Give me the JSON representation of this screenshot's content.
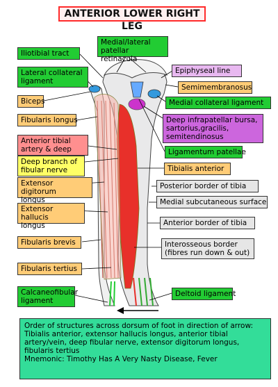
{
  "title": "ANTERIOR LOWER RIGHT LEG",
  "labels": {
    "medial_lateral_patellar": "Medial/lateral\npatellar retinacula",
    "iliotibial": "Iliotibial tract",
    "lateral_collateral": "Lateral collateral\nligament",
    "epiphyseal": "Epiphyseal line",
    "semimembranosus": "Semimembranosus",
    "biceps": "Biceps",
    "medial_collateral": "Medial collateral ligament",
    "fibularis_longus": "Fibularis longus",
    "deep_infrapatellar": "Deep infrapatellar bursa,\nsartorius,gracilis,\nsemitendinosus",
    "anterior_tibial_artery": "Anterior tibial\nartery & deep",
    "deep_fibular_nerve": "Deep branch of\nfibular nerve",
    "ligamentum_patellae": "Ligamentum patellae",
    "tibialis_anterior": "Tibialis anterior",
    "extensor_digitorum": "Extensor digitorum\nlongus",
    "posterior_border": "Posterior border of tibia",
    "medial_subcutaneous": "Medial subcutaneous surface",
    "extensor_hallucis": "Extensor hallucis\nlongus",
    "anterior_border": "Anterior border of tibia",
    "fibularis_brevis": "Fibularis brevis",
    "interosseous": "Interosseous border\n(fibres run down & out)",
    "fibularis_tertius": "Fibularis tertius",
    "calcaneofibular": "Calcaneofibular\nligament",
    "deltoid": "Deltoid ligament"
  },
  "bottom_text": "Order of structures across dorsum of foot in direction of arrow: Tibialis anterior, extensor hallucis longus, anterior tibial artery/vein, deep fibular nerve, extensor digitorum longus, fibularis tertius\nMnemonic: Timothy Has A Very Nasty Disease, Fever",
  "colors": {
    "green": "#22cc33",
    "orange": "#ffcc77",
    "pink": "#ff8f8f",
    "yellow": "#ffff66",
    "gray": "#e6e6e6",
    "bone": "#e9e9ea",
    "muscle_red": "#e8302a"
  }
}
